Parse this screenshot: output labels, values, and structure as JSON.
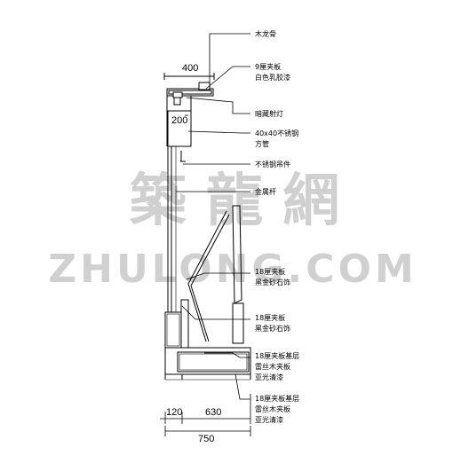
{
  "dimensions": {
    "top_width": "400",
    "box_height": "200",
    "bottom_left": "120",
    "bottom_mid": "630",
    "bottom_total": "750"
  },
  "labels": [
    {
      "id": "l0",
      "lines": [
        "木龙骨"
      ]
    },
    {
      "id": "l1",
      "lines": [
        "9厘夹板",
        "白色乳胶漆"
      ]
    },
    {
      "id": "l2",
      "lines": [
        "暗藏射灯"
      ]
    },
    {
      "id": "l3",
      "lines": [
        "40x40不锈钢",
        "方管"
      ]
    },
    {
      "id": "l4",
      "lines": [
        "不锈钢吊件"
      ]
    },
    {
      "id": "l5",
      "lines": [
        "金属杆"
      ]
    },
    {
      "id": "l6",
      "lines": [
        "18厘夹板",
        "黑金砂石饰"
      ]
    },
    {
      "id": "l7",
      "lines": [
        "18厘夹板",
        "黑金砂石饰"
      ]
    },
    {
      "id": "l8",
      "lines": [
        "18厘夹板基层",
        "雷丝木夹板",
        "亚光清漆"
      ]
    },
    {
      "id": "l9",
      "lines": [
        "18厘夹板基层",
        "雷丝木夹板",
        "亚光清漆"
      ]
    }
  ],
  "watermark": {
    "chinese": "築 龍 網",
    "english": "ZHULONG.COM"
  }
}
